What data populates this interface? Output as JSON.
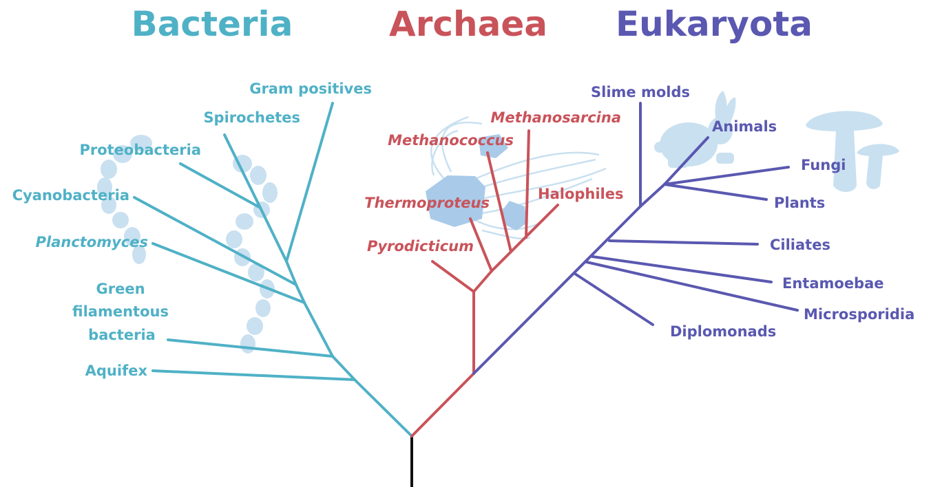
{
  "domains": {
    "bacteria": {
      "title": "Bacteria",
      "color": "#4fb1c6"
    },
    "archaea": {
      "title": "Archaea",
      "color": "#c9535a"
    },
    "eukaryota": {
      "title": "Eukaryota",
      "color": "#5a58b0"
    }
  },
  "colors": {
    "root": "#111111",
    "silhouette": "#c9e0f0",
    "silhouette_dark": "#a9cbe9"
  },
  "bacteria_labels": {
    "gram_positives": "Gram positives",
    "spirochetes": "Spirochetes",
    "proteobacteria": "Proteobacteria",
    "cyanobacteria": "Cyanobacteria",
    "planctomyces": "Planctomyces",
    "green_1": "Green",
    "green_2": "filamentous",
    "green_3": "bacteria",
    "aquifex": "Aquifex"
  },
  "archaea_labels": {
    "methanosarcina": "Methanosarcina",
    "methanococcus": "Methanococcus",
    "thermoproteus": "Thermoproteus",
    "halophiles": "Halophiles",
    "pyrodicticum": "Pyrodicticum"
  },
  "eukaryota_labels": {
    "slime_molds": "Slime molds",
    "animals": "Animals",
    "fungi": "Fungi",
    "plants": "Plants",
    "ciliates": "Ciliates",
    "entamoebae": "Entamoebae",
    "microsporidia": "Microsporidia",
    "diplomonads": "Diplomonads"
  },
  "icons": {
    "bacteria_chain": "bacteria-chain-icon",
    "archaea_cells": "archaea-cell-icon",
    "rabbit": "rabbit-icon",
    "mushroom": "mushroom-icon"
  }
}
